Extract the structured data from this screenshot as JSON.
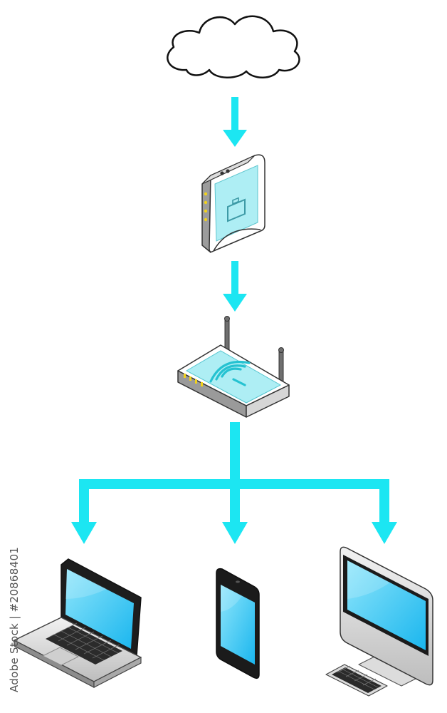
{
  "colors": {
    "flow": "#1ce6f2",
    "accent_panel": "#aeeef4",
    "screen": "#26c2f2",
    "outline": "#2a2a2a"
  },
  "devices": [
    {
      "name": "cloud",
      "icon": "cloud-icon"
    },
    {
      "name": "modem",
      "icon": "modem-icon"
    },
    {
      "name": "wireless-router",
      "icon": "wifi-router-icon"
    },
    {
      "name": "laptop",
      "icon": "laptop-icon"
    },
    {
      "name": "tablet",
      "icon": "tablet-icon"
    },
    {
      "name": "desktop",
      "icon": "desktop-monitor-icon"
    }
  ],
  "watermark": {
    "side_text": "Adobe Stock | #20868401"
  }
}
